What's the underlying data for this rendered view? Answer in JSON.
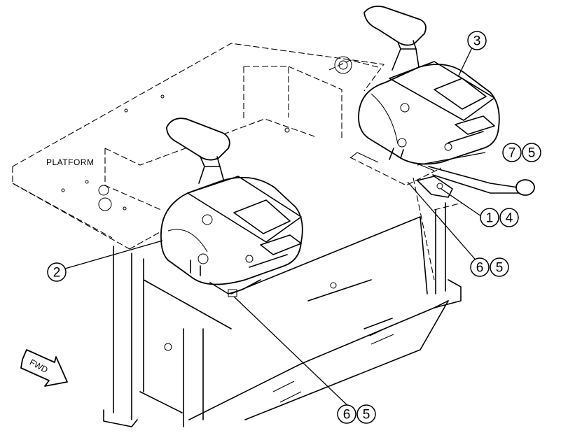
{
  "labels": {
    "platform": "PLATFORM",
    "fwd": "FWD"
  },
  "callouts": [
    {
      "id": "callout-7-5",
      "numbers": [
        "7",
        "5"
      ]
    },
    {
      "id": "callout-1-4",
      "numbers": [
        "1",
        "4"
      ]
    },
    {
      "id": "callout-6-5-right",
      "numbers": [
        "6",
        "5"
      ]
    },
    {
      "id": "callout-6-5-bottom",
      "numbers": [
        "6",
        "5"
      ]
    },
    {
      "id": "callout-3",
      "numbers": [
        "3"
      ]
    },
    {
      "id": "callout-2",
      "numbers": [
        "2"
      ]
    }
  ]
}
